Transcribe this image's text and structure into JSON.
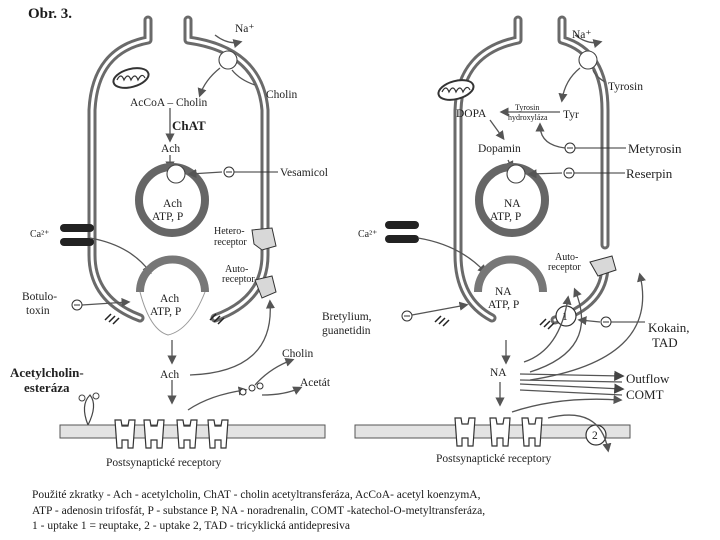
{
  "figure": {
    "title": "Obr. 3."
  },
  "left_panel": {
    "na": "Na⁺",
    "cholin_in": "Cholin",
    "acetyl_coa": "AcCoA – Cholin",
    "enzyme": "ChAT",
    "ach_top": "Ach",
    "vesicle_line1": "Ach",
    "vesicle_line2": "ATP, P",
    "vesamicol": "Vesamicol",
    "ca": "Ca²⁺",
    "hetero_line1": "Hetero-",
    "hetero_line2": "receptor",
    "auto_line1": "Auto-",
    "auto_line2": "receptor",
    "botulo_line1": "Botulo-",
    "botulo_line2": "toxin",
    "release_line1": "Ach",
    "release_line2": "ATP, P",
    "ach_cleft": "Ach",
    "esterase_line1": "Acetylcholin-",
    "esterase_line2": "esteráza",
    "cholin_out": "Cholin",
    "acetat": "Acetát",
    "receptors": "Postsynaptické receptory"
  },
  "right_panel": {
    "na": "Na⁺",
    "tyrosin": "Tyrosin",
    "dopa": "DOPA",
    "hydrox_line1": "Tyrosin",
    "hydrox_line2": "hydroxyláza",
    "tyr": "Tyr",
    "dopamin": "Dopamin",
    "metyrosin": "Metyrosin",
    "reserpin": "Reserpin",
    "vesicle_line1": "NA",
    "vesicle_line2": "ATP, P",
    "ca": "Ca²⁺",
    "auto_line1": "Auto-",
    "auto_line2": "receptor",
    "bretylium_line1": "Bretylium,",
    "bretylium_line2": "guanetidin",
    "release_line1": "NA",
    "release_line2": "ATP, P",
    "uptake1": "1",
    "kokain_line1": "Kokain,",
    "kokain_line2": "TAD",
    "na_cleft": "NA",
    "outflow": "Outflow",
    "comt": "COMT",
    "uptake2": "2",
    "receptors": "Postsynaptické receptory"
  },
  "caption": {
    "line1": "Použité zkratky - Ach - acetylcholin, ChAT - cholin acetyltransferáza, AcCoA- acetyl koenzymA,",
    "line2": "ATP - adenosin trifosfát, P - substance P, NA - noradrenalin, COMT -katechol-O-metyltransferáza,",
    "line3": "1 - uptake 1 = reuptake, 2 - uptake 2, TAD - tricyklická antidepresiva"
  }
}
